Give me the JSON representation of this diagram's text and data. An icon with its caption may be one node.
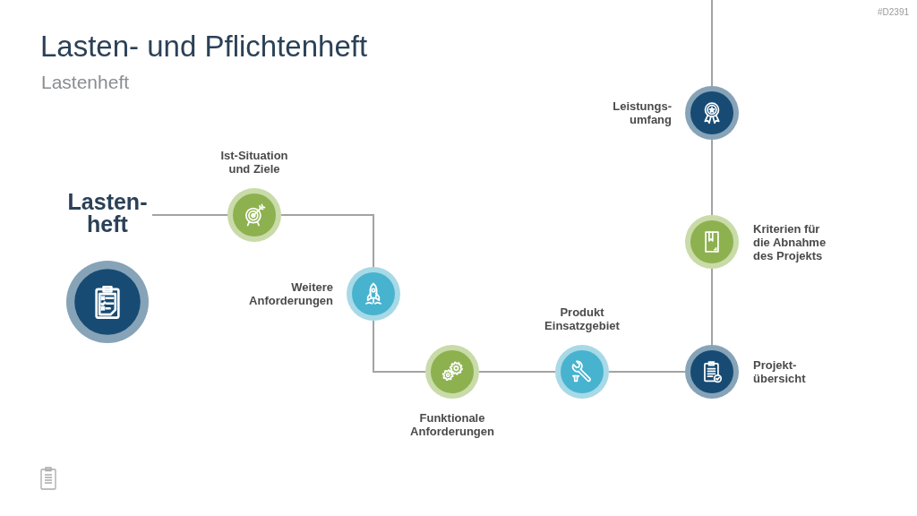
{
  "diagram": {
    "title": "Lasten- und Pflichtenheft",
    "nodes": [
      {
        "text": [
          "Lasten- heft"
        ]
      },
      {
        "text": [
          "Ist-Situation und Ziele"
        ]
      },
      {
        "text": [
          "Weitere Anforderungen"
        ]
      },
      {
        "text": [
          "Funktionale Anforderungen"
        ]
      },
      {
        "text": [
          "Produkt Einsatzgebiet"
        ]
      },
      {
        "text": [
          "Projekt- übersicht"
        ]
      },
      {
        "text": [
          "Kriterien für die Abnahme des Projekts"
        ]
      },
      {
        "text": [
          "Leistungs- umfang"
        ]
      }
    ],
    "edges": [
      {
        "from": 0,
        "to": 1,
        "arrow": "none"
      },
      {
        "from": 1,
        "to": 2,
        "arrow": "none"
      },
      {
        "from": 2,
        "to": 3,
        "arrow": "none"
      },
      {
        "from": 3,
        "to": 4,
        "arrow": "none"
      },
      {
        "from": 4,
        "to": 5,
        "arrow": "none"
      },
      {
        "from": 5,
        "to": 6,
        "arrow": "none"
      },
      {
        "from": 6,
        "to": 7,
        "arrow": "none"
      },
      {
        "from": 7,
        "to": null,
        "arrow": "none"
      }
    ],
    "labels": [
      "#D2391",
      "Lastenheft"
    ]
  }
}
